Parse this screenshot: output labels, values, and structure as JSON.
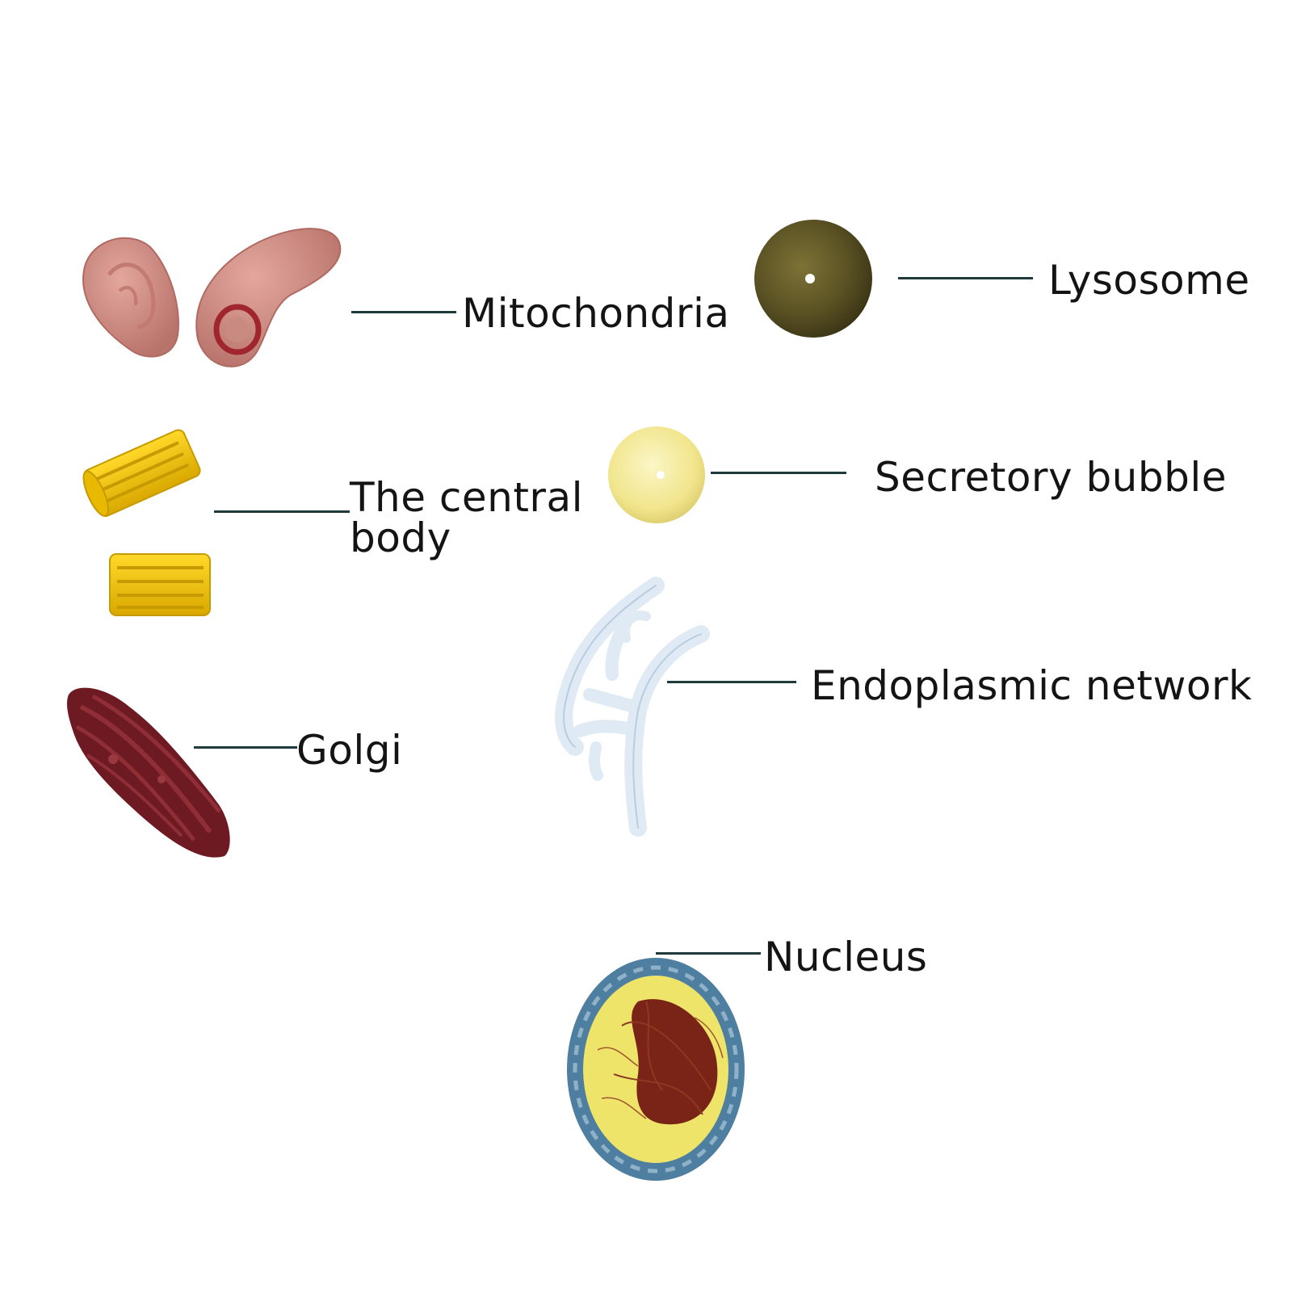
{
  "labels": {
    "mitochondria": "Mitochondria",
    "lysosome": "Lysosome",
    "central_body": "The central body",
    "secretory_bubble": "Secretory bubble",
    "endoplasmic_network": "Endoplasmic network",
    "golgi": "Golgi",
    "nucleus": "Nucleus"
  },
  "colors": {
    "background": "#ffffff",
    "leader_line": "#1f3a3a",
    "label_text": "#141414",
    "mitochondria": "#c9837a",
    "lysosome": "#5b5224",
    "central_body": "#f2c200",
    "secretory_bubble": "#f3eb9a",
    "endoplasmic_network": "#dfeaf4",
    "golgi": "#6e1a22",
    "nucleus_envelope": "#4f7fa0",
    "nucleus_interior": "#efe46a",
    "chromatin": "#7a2418"
  }
}
